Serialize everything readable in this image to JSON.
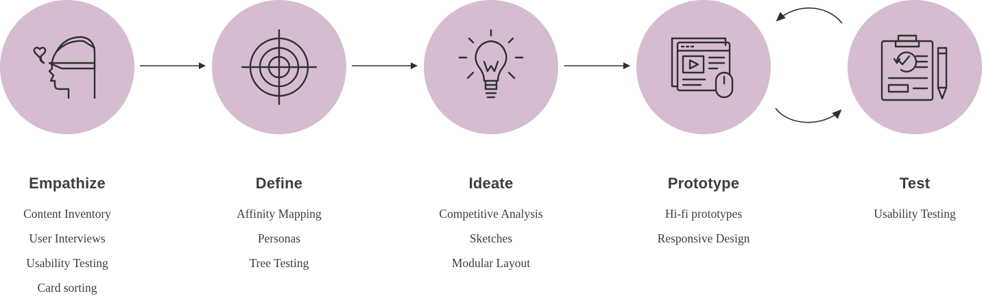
{
  "stages": [
    {
      "title": "Empathize",
      "icon": "head-heart-icon",
      "items": [
        "Content Inventory",
        "User Interviews",
        "Usability Testing",
        "Card sorting"
      ]
    },
    {
      "title": "Define",
      "icon": "target-crosshair-icon",
      "items": [
        "Affinity Mapping",
        "Personas",
        "Tree Testing"
      ]
    },
    {
      "title": "Ideate",
      "icon": "lightbulb-icon",
      "items": [
        "Competitive Analysis",
        "Sketches",
        "Modular Layout"
      ]
    },
    {
      "title": "Prototype",
      "icon": "browser-mouse-icon",
      "items": [
        "Hi-fi prototypes",
        "Responsive Design"
      ]
    },
    {
      "title": "Test",
      "icon": "clipboard-pencil-icon",
      "items": [
        "Usability Testing"
      ]
    }
  ],
  "colors": {
    "circle": "#d6bcd1",
    "stroke": "#2f2f2f",
    "text": "#3d3d3d"
  }
}
